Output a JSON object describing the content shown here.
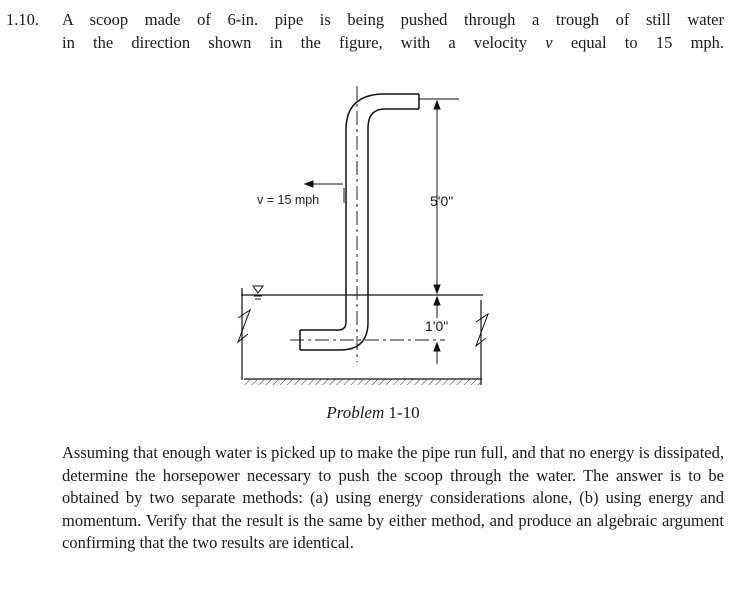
{
  "problem": {
    "number": "1.10.",
    "intro_line1": "A scoop made of 6-in. pipe is being pushed through a trough of still water",
    "intro_line2": "in the direction shown in the figure, with a velocity",
    "velocity_symbol": "v",
    "intro_line2_end": "equal to 15 mph.",
    "body": "Assuming that enough water is picked up to make the pipe run full, and that no energy is dissipated, determine the horsepower necessary to push the scoop through the water. The answer is to be obtained by two separate methods: (a) using energy considerations alone, (b) using energy and momentum. Verify that the result is the same by either method, and produce an algebraic argument confirming that the two results are identical."
  },
  "figure": {
    "velocity_label": "v = 15 mph",
    "height_above_label": "5'0\"",
    "depth_below_label": "1'0\"",
    "caption_italic": "Problem",
    "caption_number": "1-10"
  }
}
